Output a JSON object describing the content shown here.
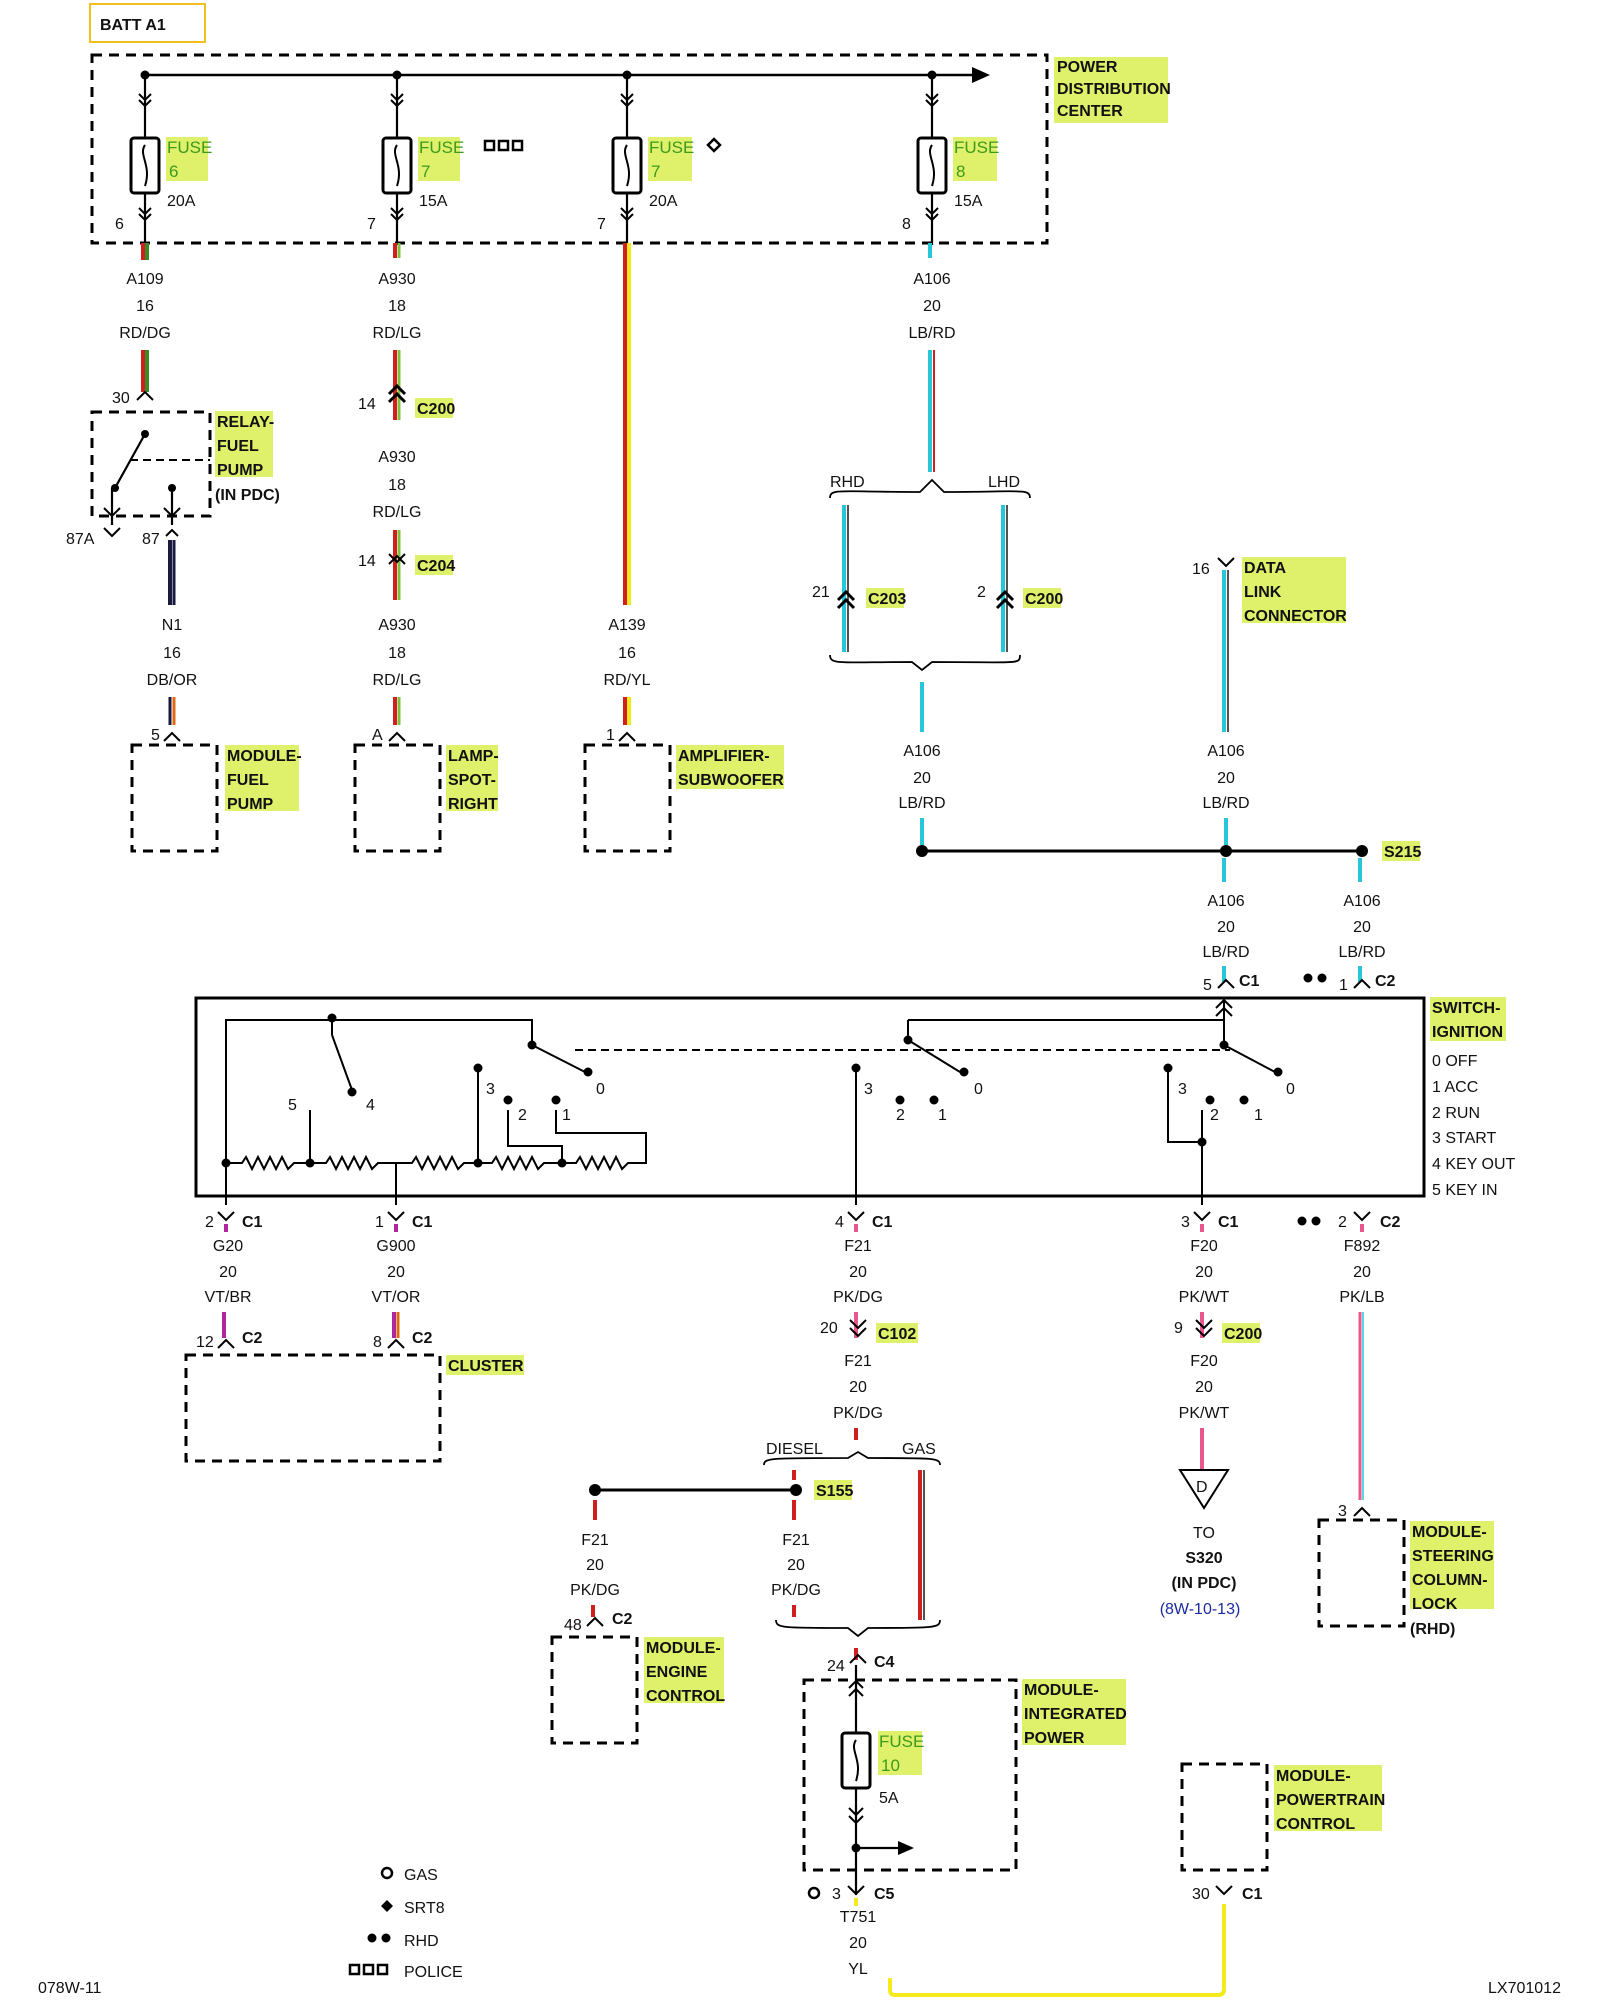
{
  "header": {
    "batt": "BATT A1"
  },
  "pdc": {
    "label": [
      "POWER",
      "DISTRIBUTION",
      "CENTER"
    ]
  },
  "fuses": [
    {
      "label": "FUSE",
      "num": "6",
      "amp": "20A",
      "pin": "6"
    },
    {
      "label": "FUSE",
      "num": "7",
      "amp": "15A",
      "pin": "7"
    },
    {
      "label": "FUSE",
      "num": "7",
      "amp": "20A",
      "pin": "7"
    },
    {
      "label": "FUSE",
      "num": "8",
      "amp": "15A",
      "pin": "8"
    }
  ],
  "wires": {
    "a109": [
      "A109",
      "16",
      "RD/DG"
    ],
    "a930_1": [
      "A930",
      "18",
      "RD/LG"
    ],
    "a930_2": [
      "A930",
      "18",
      "RD/LG"
    ],
    "a930_3": [
      "A930",
      "18",
      "RD/LG"
    ],
    "a106_top": [
      "A106",
      "20",
      "LB/RD"
    ],
    "n1": [
      "N1",
      "16",
      "DB/OR"
    ],
    "a139": [
      "A139",
      "16",
      "RD/YL"
    ],
    "a106_l": [
      "A106",
      "20",
      "LB/RD"
    ],
    "a106_r": [
      "A106",
      "20",
      "LB/RD"
    ],
    "a106_c1": [
      "A106",
      "20",
      "LB/RD"
    ],
    "a106_c2": [
      "A106",
      "20",
      "LB/RD"
    ],
    "g20": [
      "G20",
      "20",
      "VT/BR"
    ],
    "g900": [
      "G900",
      "20",
      "VT/OR"
    ],
    "f21_1": [
      "F21",
      "20",
      "PK/DG"
    ],
    "f21_2": [
      "F21",
      "20",
      "PK/DG"
    ],
    "f21_3": [
      "F21",
      "20",
      "PK/DG"
    ],
    "f21_4": [
      "F21",
      "20",
      "PK/DG"
    ],
    "f20_1": [
      "F20",
      "20",
      "PK/WT"
    ],
    "f20_2": [
      "F20",
      "20",
      "PK/WT"
    ],
    "f892": [
      "F892",
      "20",
      "PK/LB"
    ],
    "t751": [
      "T751",
      "20",
      "YL"
    ]
  },
  "relay": {
    "label": [
      "RELAY-",
      "FUEL",
      "PUMP"
    ],
    "note": "(IN PDC)",
    "p30": "30",
    "p87a": "87A",
    "p87": "87"
  },
  "connectors": {
    "c200a": "C200",
    "c204": "C204",
    "c203": "C203",
    "c200b": "C200",
    "c1": "C1",
    "c2": "C2",
    "c102": "C102",
    "c200c": "C200",
    "c4": "C4",
    "c5": "C5"
  },
  "pins": {
    "c200a": "14",
    "c204": "14",
    "c203": "21",
    "c200b": "2",
    "dlc": "16",
    "mfp": "5",
    "lamp": "A",
    "amp": "1",
    "sw_c1": "5",
    "sw_c2": "1",
    "g20_c1": "2",
    "g900_c1": "1",
    "f21_c1": "4",
    "f20_c1": "3",
    "f892_c2": "2",
    "cl_12": "12",
    "cl_8": "8",
    "c102": "20",
    "c200c": "9",
    "ecm": "48",
    "scl": "3",
    "c4": "24",
    "c5": "3",
    "pcm": "30"
  },
  "labels": {
    "rhd": "RHD",
    "lhd": "LHD",
    "diesel": "DIESEL",
    "gas": "GAS",
    "dlc": [
      "DATA",
      "LINK",
      "CONNECTOR"
    ],
    "mfp": [
      "MODULE-",
      "FUEL",
      "PUMP"
    ],
    "lamp": [
      "LAMP-",
      "SPOT-",
      "RIGHT"
    ],
    "amp": [
      "AMPLIFIER-",
      "SUBWOOFER"
    ],
    "s215": "S215",
    "s155": "S155",
    "switch": [
      "SWITCH-",
      "IGNITION"
    ],
    "positions": [
      "0 OFF",
      "1 ACC",
      "2 RUN",
      "3 START",
      "4 KEY OUT",
      "5 KEY IN"
    ],
    "cluster": "CLUSTER",
    "ecm": [
      "MODULE-",
      "ENGINE",
      "CONTROL"
    ],
    "scl": [
      "MODULE-",
      "STEERING",
      "COLUMN-",
      "LOCK"
    ],
    "scl_note": "(RHD)",
    "tipm": [
      "MODULE-",
      "INTEGRATED",
      "POWER"
    ],
    "tipm_fuse": {
      "label": "FUSE",
      "num": "10",
      "amp": "5A"
    },
    "pcm": [
      "MODULE-",
      "POWERTRAIN",
      "CONTROL"
    ],
    "to": "TO",
    "s320": "S320",
    "in_pdc": "(IN PDC)",
    "ref": "(8W-10-13)",
    "d": "D",
    "sw_nums": {
      "n5": "5",
      "n4": "4",
      "n3": "3",
      "n2": "2",
      "n1": "1",
      "n0": "0"
    }
  },
  "legend": [
    {
      "symbol": "circle",
      "text": "GAS"
    },
    {
      "symbol": "diamond",
      "text": "SRT8"
    },
    {
      "symbol": "dots",
      "text": "RHD"
    },
    {
      "symbol": "squares",
      "text": "POLICE"
    }
  ],
  "footer": {
    "left": "078W-11",
    "right": "LX701012"
  },
  "colors": {
    "red": "#d0201e",
    "lightblue": "#27c6d8",
    "yellow": "#f4ea1c",
    "violet": "#b0269c",
    "pink": "#e8588c",
    "highlight": "#dff06a",
    "blue_text": "#1a2aa0"
  }
}
